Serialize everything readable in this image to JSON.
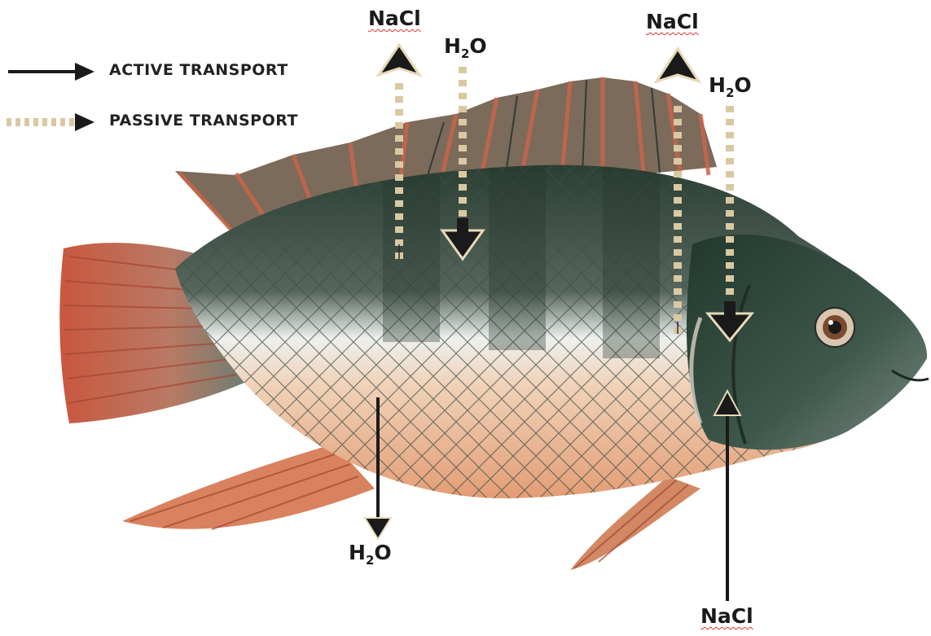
{
  "legend": {
    "active_label": "ACTIVE TRANSPORT",
    "passive_label": "PASSIVE TRANSPORT"
  },
  "labels": {
    "nacl_top_left": "NaCl",
    "h2o_top_left": {
      "main": "H",
      "sub": "2",
      "tail": "O"
    },
    "nacl_top_right": "NaCl",
    "h2o_top_right": {
      "main": "H",
      "sub": "2",
      "tail": "O"
    },
    "h2o_bottom": {
      "main": "H",
      "sub": "2",
      "tail": "O"
    },
    "nacl_bottom": "NaCl"
  },
  "colors": {
    "active_arrow": "#1a1a1a",
    "passive_dots": "#d9c9a3",
    "fish_back": "#2f4a3a",
    "fish_belly": "#e9b48f",
    "fin": "#c8644a",
    "scale_line": "#4a5a55"
  }
}
